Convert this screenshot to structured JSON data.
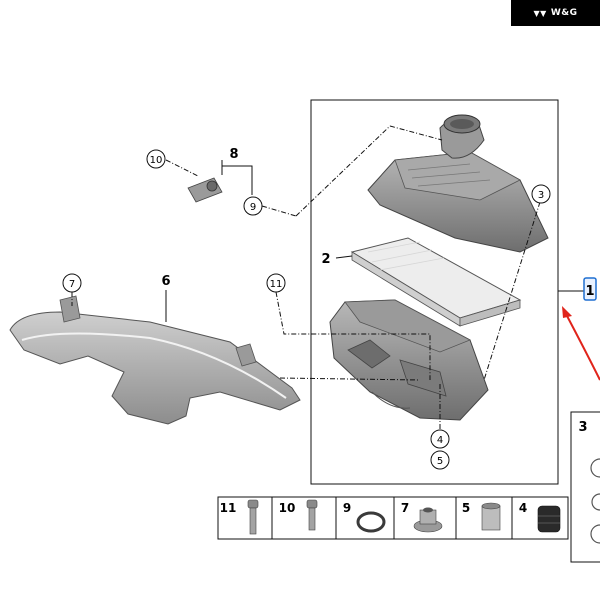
{
  "brand": {
    "text": "W&G",
    "mark": "wing-logo-icon"
  },
  "labels": {
    "main": "1",
    "filter": "2",
    "seal_group": "3",
    "housing_cap": "4",
    "bushing": "5",
    "duct": "6",
    "nut": "7",
    "sensor_group": "8",
    "oring": "9",
    "sensor_screw": "10",
    "clip": "11"
  },
  "callouts": {
    "c10": "10",
    "c9": "9",
    "c3": "3",
    "c7": "7",
    "c11": "11",
    "c4": "4",
    "c5": "5"
  },
  "parts_strip": [
    {
      "label": "11",
      "icon": "bolt-icon"
    },
    {
      "label": "10",
      "icon": "bolt-icon"
    },
    {
      "label": "9",
      "icon": "o-ring-icon"
    },
    {
      "label": "7",
      "icon": "flange-nut-icon"
    },
    {
      "label": "5",
      "icon": "bushing-icon"
    },
    {
      "label": "4",
      "icon": "rubber-mount-icon"
    }
  ],
  "colors": {
    "arrow": "#e0241b",
    "highlight": "#1f6fd1",
    "part_shade": "#8c8c8c"
  }
}
